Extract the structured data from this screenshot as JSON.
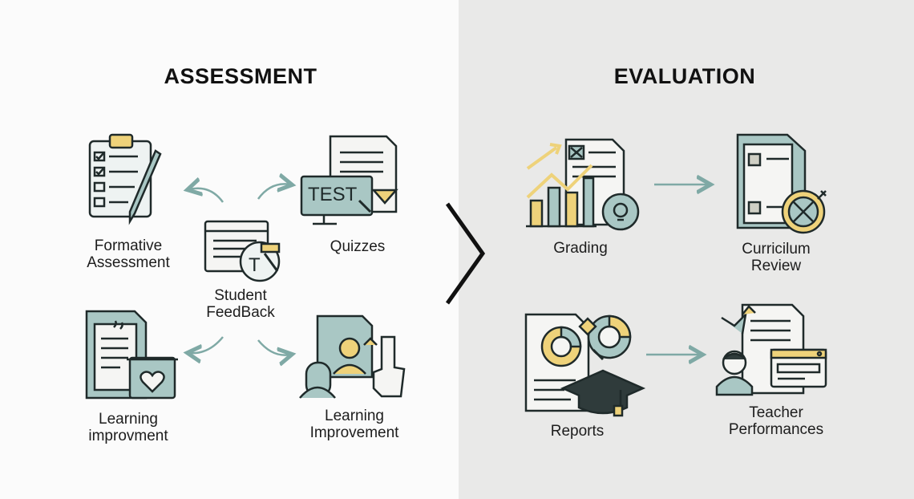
{
  "assessment": {
    "title": "ASSESSMENT",
    "items": [
      {
        "id": "formative",
        "lines": [
          "Formative",
          "Assessment"
        ]
      },
      {
        "id": "quizzes",
        "lines": [
          "Quizzes"
        ]
      },
      {
        "id": "student_feedback",
        "lines": [
          "Student",
          "FeedBack"
        ]
      },
      {
        "id": "learning_left",
        "lines": [
          "Learning",
          "improvment"
        ]
      },
      {
        "id": "learning_right",
        "lines": [
          "Learning",
          "Improvement"
        ]
      }
    ],
    "quiz_screen_text": "TEST"
  },
  "evaluation": {
    "title": "EVALUATION",
    "items": [
      {
        "id": "grading",
        "lines": [
          "Grading"
        ]
      },
      {
        "id": "curriculum",
        "lines": [
          "Curricilum",
          "Review"
        ]
      },
      {
        "id": "reports",
        "lines": [
          "Reports"
        ]
      },
      {
        "id": "teacher",
        "lines": [
          "Teacher",
          "Performances"
        ]
      }
    ]
  },
  "colors": {
    "teal": "#a9c7c4",
    "teal_dark": "#7fa9a5",
    "yellow": "#eed27a",
    "ink": "#1f2a2a",
    "right_bg": "#e9e9e8",
    "left_bg": "#fbfbfb"
  }
}
